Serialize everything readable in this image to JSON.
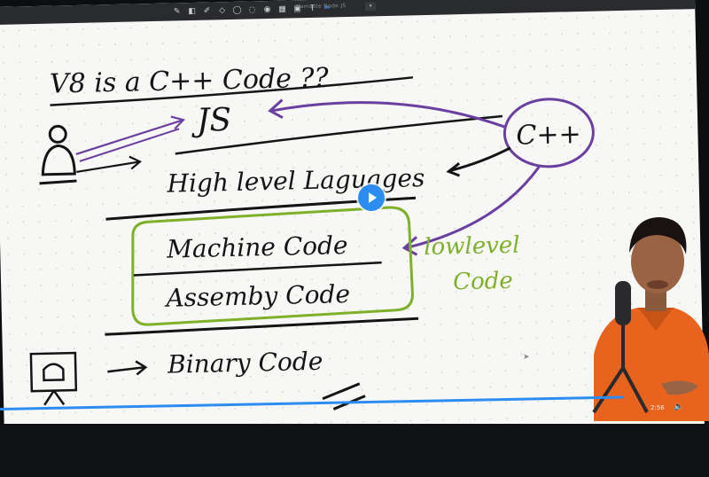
{
  "window": {
    "title": "Namaste Node JS"
  },
  "toolbar": {
    "tools": [
      "pen-icon",
      "eraser-icon",
      "highlighter-icon",
      "shapes-icon",
      "lasso-icon",
      "text-icon",
      "image-icon",
      "grid-icon",
      "camera-icon",
      "text-tool-icon",
      "pen-active-icon"
    ]
  },
  "notes": {
    "heading": "V8 is a C++ Code ??",
    "js": "JS",
    "cpp": "C++",
    "high_level": "High level Laguages",
    "machine_code": "Machine Code",
    "assembly_code": "Assemby Code",
    "low_level_1": "lowlevel",
    "low_level_2": "Code",
    "binary": "Binary Code"
  },
  "player": {
    "time": "2:56",
    "progress_fraction": 0.88
  },
  "colors": {
    "ink": "#141414",
    "purple": "#6b3fa0",
    "green": "#7fb02a",
    "accent": "#2d8cf0"
  }
}
